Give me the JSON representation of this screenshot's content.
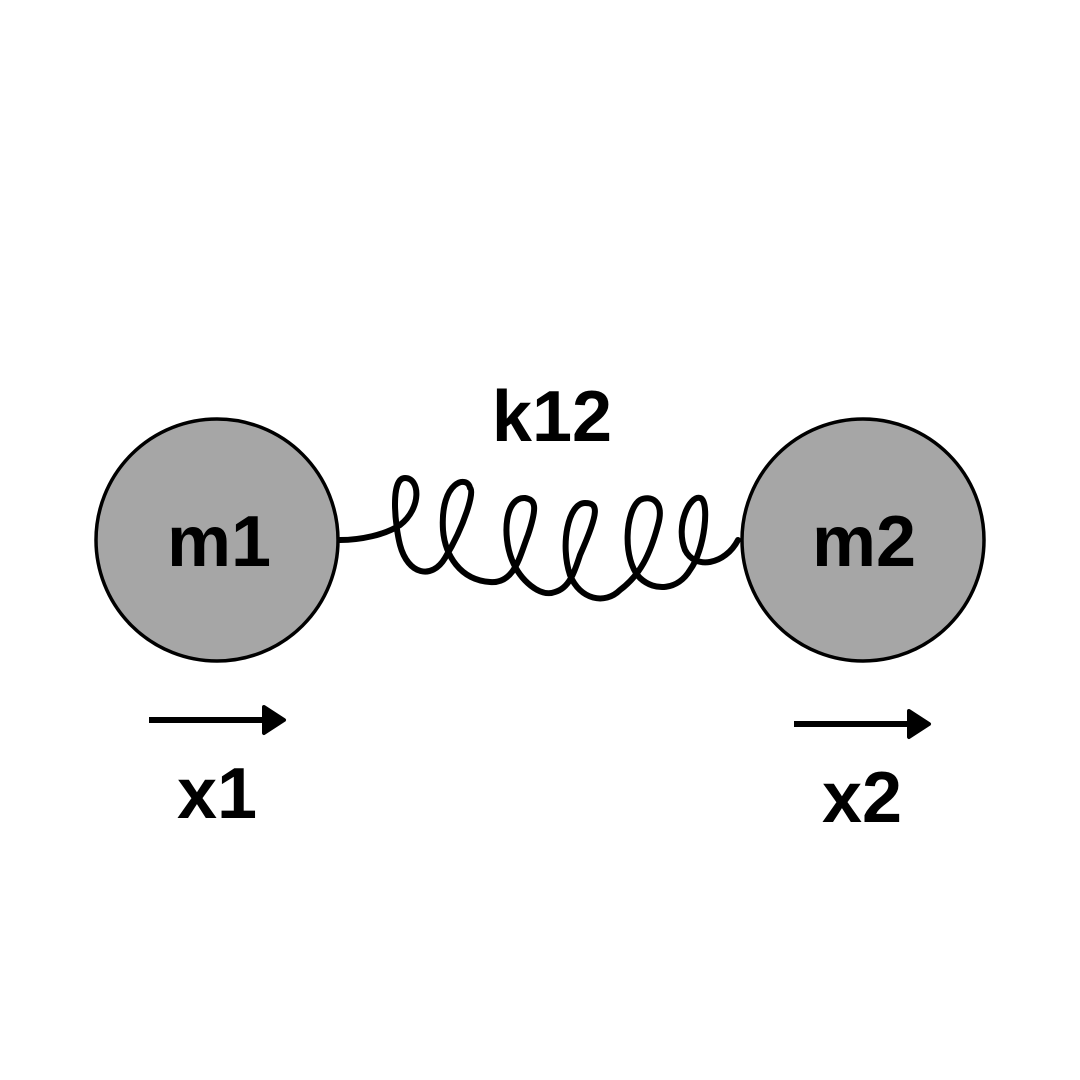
{
  "diagram": {
    "masses": [
      {
        "id": "m1",
        "label": "m1"
      },
      {
        "id": "m2",
        "label": "m2"
      }
    ],
    "spring": {
      "id": "k12",
      "label": "k12",
      "connects": [
        "m1",
        "m2"
      ]
    },
    "displacements": [
      {
        "id": "x1",
        "label": "x1",
        "mass": "m1"
      },
      {
        "id": "x2",
        "label": "x2",
        "mass": "m2"
      }
    ]
  },
  "colors": {
    "mass_fill": "#a6a6a6",
    "stroke": "#000000",
    "text": "#000000",
    "background": "#ffffff"
  }
}
